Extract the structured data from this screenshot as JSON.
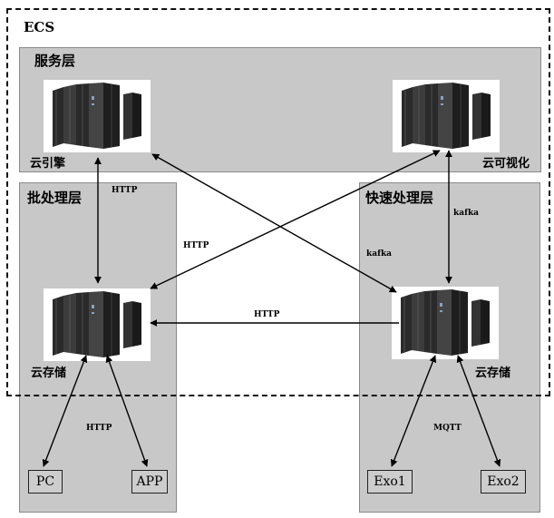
{
  "ecs_label": "ECS",
  "layers": {
    "service": "服务层",
    "batch": "批处理层",
    "fast": "快速处理层"
  },
  "servers": {
    "engine": "云引擎",
    "visualization": "云可视化",
    "storage_batch": "云存储",
    "storage_fast": "云存储"
  },
  "protocols": {
    "engine_storage": "HTTP",
    "visual_storage": "HTTP",
    "fast_to_batch": "HTTP",
    "engine_fast": "kafka",
    "visual_fast": "kafka",
    "clients": "HTTP",
    "devices": "MQTT"
  },
  "devices": {
    "pc": "PC",
    "app": "APP",
    "exo1": "Exo1",
    "exo2": "Exo2"
  },
  "colors": {
    "panel": "#c8c8c8",
    "server_dark": "#2a2a2a",
    "arrow": "#000000"
  }
}
